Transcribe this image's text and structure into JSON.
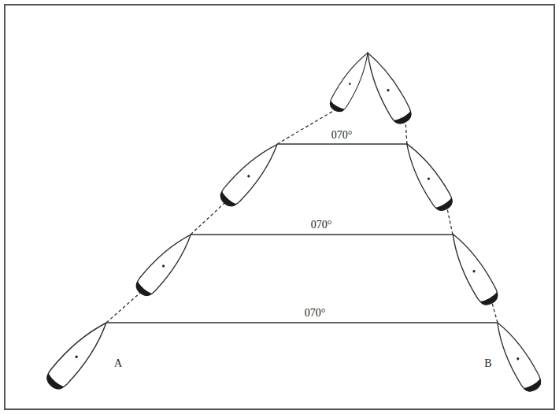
{
  "diagram": {
    "labels": [
      "070°",
      "070°",
      "070°",
      "A",
      "B"
    ]
  }
}
